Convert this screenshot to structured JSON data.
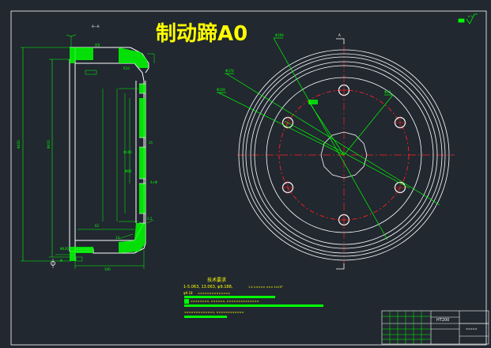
{
  "drawing": {
    "title": "制动蹄A0",
    "material": "HT200",
    "tech_req_heading": "技术要求",
    "tech_req_line1": "1-5.063, 13.063, φ9.188,",
    "tech_req_line2": "φ9.18"
  },
  "colors": {
    "background": "#212830",
    "outline": "#ffffff",
    "hatch": "#00ff00",
    "leader": "#00ff00",
    "centerline": "#ff2020",
    "title_text": "#ffff00",
    "dims": "#00ff00"
  }
}
